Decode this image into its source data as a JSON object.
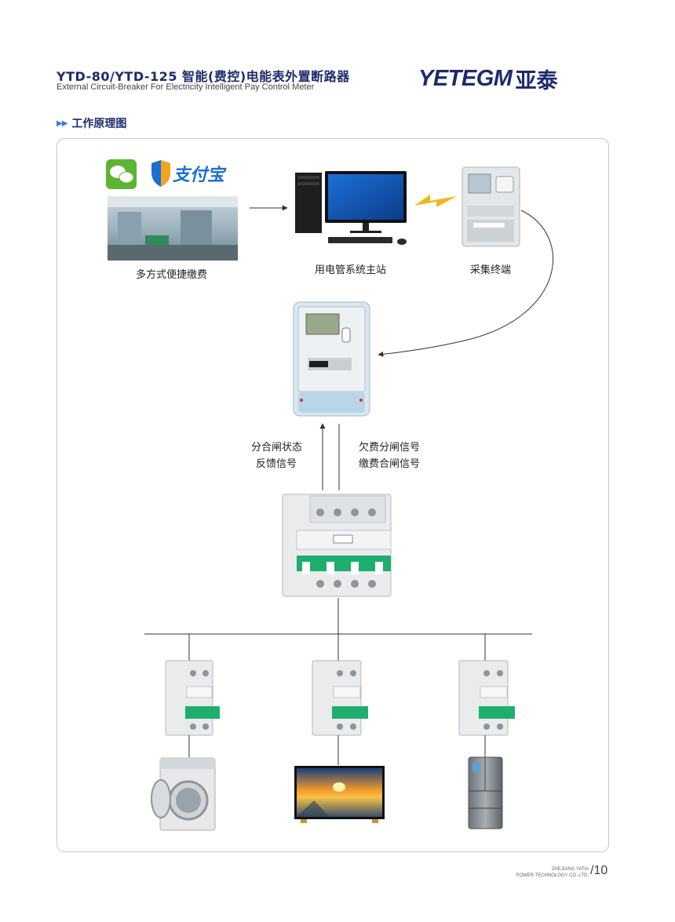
{
  "header": {
    "title": "YTD-80/YTD-125 智能(费控)电能表外置断路器",
    "subtitle": "External Circuit-Breaker For Electricity Intelligent Pay Control Meter",
    "brand_en": "YETEGM",
    "brand_cn": "亚泰"
  },
  "section": {
    "arrows": "▶▶",
    "title": "工作原理图"
  },
  "diagram": {
    "payment_label": "多方式便捷缴费",
    "alipay_label": "支付宝",
    "master_station_label": "用电管系统主站",
    "terminal_label": "采集终端",
    "feedback_line1": "分合闸状态",
    "feedback_line2": "反馈信号",
    "signal_line1": "欠费分闸信号",
    "signal_line2": "缴费合闸信号"
  },
  "footer": {
    "company_line1": "ZHEJIANG YATAI",
    "company_line2": "POWER TECHNOLOGY CO.,LTD.",
    "page": "/10"
  },
  "colors": {
    "brand": "#1c2a6e",
    "accent": "#3a7bd5",
    "breaker_green": "#1fae6e",
    "wechat": "#5cb531",
    "alipay_blue": "#1a6fd1"
  }
}
